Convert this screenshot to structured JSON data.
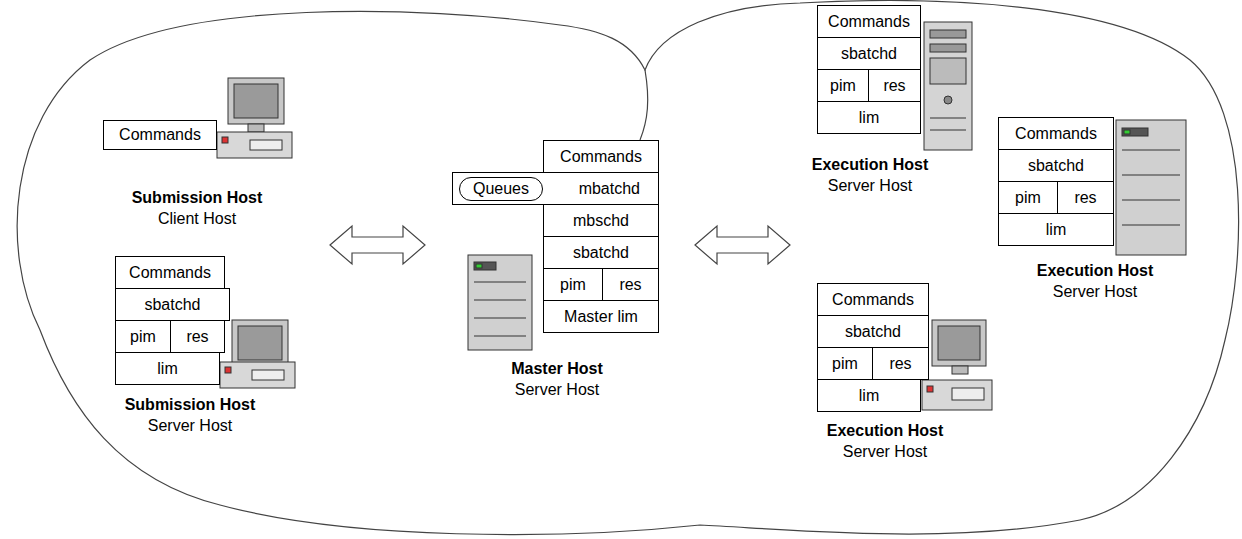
{
  "diagram": {
    "nodes": [
      {
        "text": [
          "Commands"
        ]
      },
      {
        "text": [
          "Commands"
        ]
      },
      {
        "text": [
          "sbatchd"
        ]
      },
      {
        "text": [
          "pim"
        ]
      },
      {
        "text": [
          "res"
        ]
      },
      {
        "text": [
          "lim"
        ]
      },
      {
        "text": [
          "Commands"
        ]
      },
      {
        "text": [
          "mbatchd"
        ]
      },
      {
        "text": [
          "Queues"
        ],
        "in": 7
      },
      {
        "text": [
          "mbschd"
        ]
      },
      {
        "text": [
          "sbatchd"
        ]
      },
      {
        "text": [
          "pim"
        ]
      },
      {
        "text": [
          "res"
        ]
      },
      {
        "text": [
          "Master lim"
        ]
      },
      {
        "text": [
          "Commands"
        ]
      },
      {
        "text": [
          "sbatchd"
        ]
      },
      {
        "text": [
          "pim"
        ]
      },
      {
        "text": [
          "res"
        ]
      },
      {
        "text": [
          "lim"
        ]
      },
      {
        "text": [
          "Commands"
        ]
      },
      {
        "text": [
          "sbatchd"
        ]
      },
      {
        "text": [
          "pim"
        ]
      },
      {
        "text": [
          "res"
        ]
      },
      {
        "text": [
          "lim"
        ]
      },
      {
        "text": [
          "Commands"
        ]
      },
      {
        "text": [
          "sbatchd"
        ]
      },
      {
        "text": [
          "pim"
        ]
      },
      {
        "text": [
          "res"
        ]
      },
      {
        "text": [
          "lim"
        ]
      }
    ],
    "labels": [
      "Submission Host",
      "Client Host",
      "Submission Host",
      "Server Host",
      "Master Host",
      "Server Host",
      "Execution Host",
      "Server Host",
      "Execution Host",
      "Server Host",
      "Execution Host",
      "Server Host"
    ]
  }
}
